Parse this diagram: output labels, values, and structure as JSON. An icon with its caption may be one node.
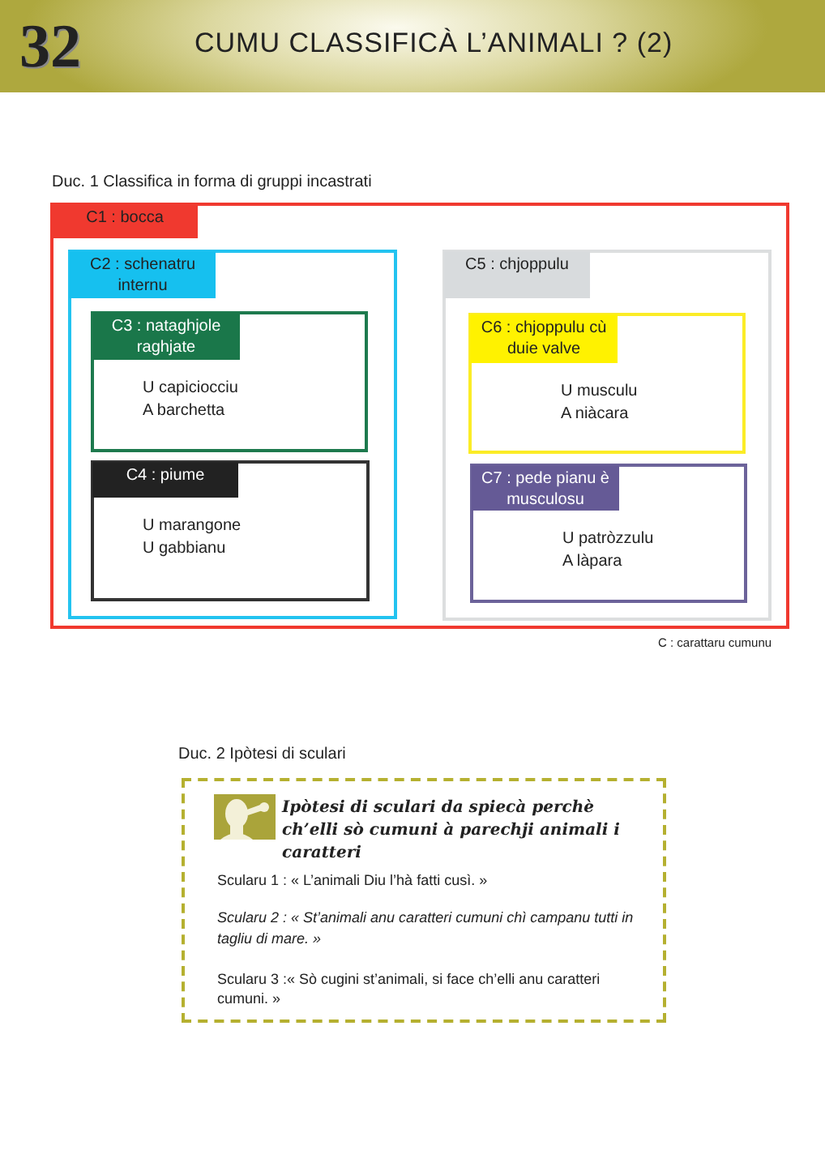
{
  "diagram": {
    "title": "CUMU CLASSIFICÀ L’ANIMALI ? (2)",
    "nodes": [
      {
        "text": [
          "C1 : bocca"
        ]
      },
      {
        "text": [
          "C2 : schenatru internu"
        ],
        "in": 0
      },
      {
        "text": [
          "C3 : nataghjole raghjate",
          "U capiciocciu",
          "A barchetta"
        ],
        "in": 1
      },
      {
        "text": [
          "C4 : piume",
          "U marangone",
          "U gabbianu"
        ],
        "in": 1
      },
      {
        "text": [
          "C5 : chjoppulu"
        ],
        "in": 0
      },
      {
        "text": [
          "C6 : chjoppulu cù duie valve",
          "U musculu",
          "A niàcara"
        ],
        "in": 4
      },
      {
        "text": [
          "C7 : pede pianu è musculosu",
          "U patròzzulu",
          "A làpara"
        ],
        "in": 4
      },
      {
        "text": [
          "Ipòtesi di sculari da spiecà perchè ch’elli sò cumuni à parechji animali i caratteri",
          "Scularu 1 : « L’animali Diu l’hà fatti cusì. »",
          "Scularu 2 : « St’animali anu caratteri cumuni chì campanu tutti in tagliu di mare. »",
          "Scularu 3 :« Sò cugini st’animali, si face ch’elli anu caratteri cumuni. »"
        ]
      }
    ],
    "labels": [
      "32",
      "Duc. 1 Classifica in forma di gruppi incastrati",
      "C : carattaru cumunu",
      "Duc. 2 Ipòtesi di sculari"
    ]
  }
}
